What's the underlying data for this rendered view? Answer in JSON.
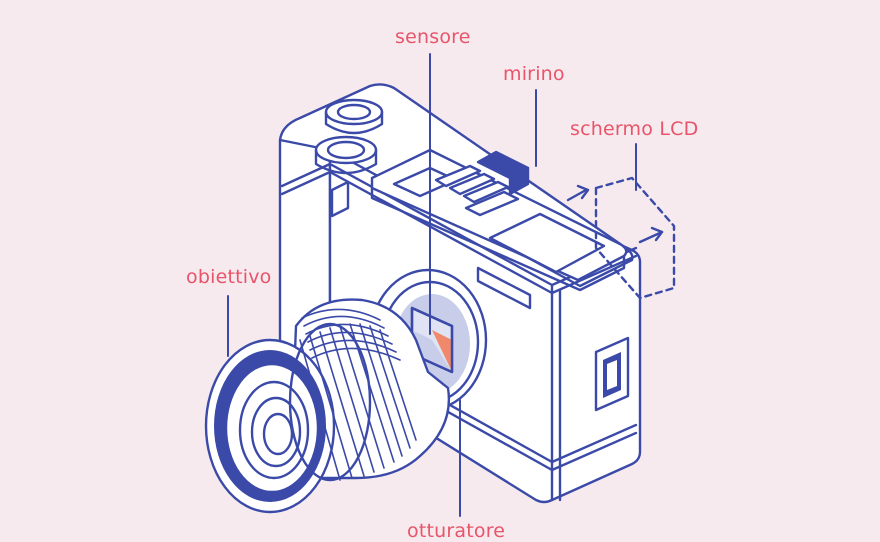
{
  "labels": {
    "sensor": "sensore",
    "viewfinder": "mirino",
    "lcd": "schermo LCD",
    "lens": "obiettivo",
    "shutter": "otturatore"
  },
  "colors": {
    "background": "#f6eaee",
    "line": "#3b4aa8",
    "label": "#e8546a",
    "fill": "#ffffff",
    "sensor_accent": "#f0896c"
  }
}
